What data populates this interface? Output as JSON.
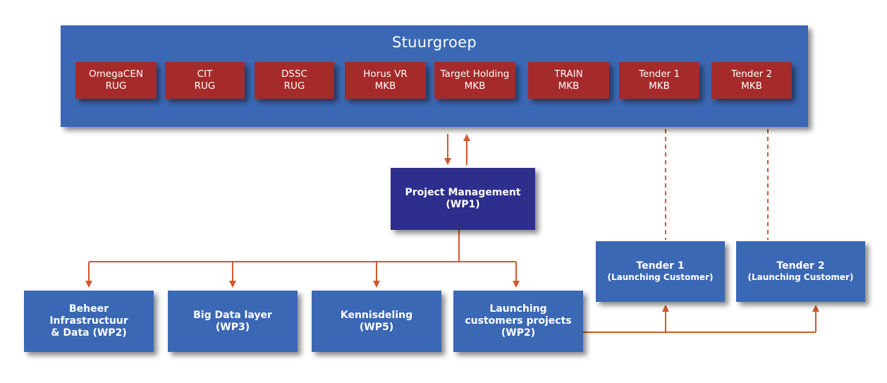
{
  "steering": {
    "title": "Stuurgroep",
    "members": [
      {
        "name": "OmegaCEN",
        "type": "RUG"
      },
      {
        "name": "CIT",
        "type": "RUG"
      },
      {
        "name": "DSSC",
        "type": "RUG"
      },
      {
        "name": "Horus VR",
        "type": "MKB"
      },
      {
        "name": "Target Holding",
        "type": "MKB"
      },
      {
        "name": "TRAIN",
        "type": "MKB"
      },
      {
        "name": "Tender 1",
        "type": "MKB"
      },
      {
        "name": "Tender 2",
        "type": "MKB"
      }
    ]
  },
  "project_management": {
    "line1": "Project Management",
    "line2": "(WP1)"
  },
  "work_packages": [
    {
      "line1": "Beheer",
      "line2": "Infrastructuur",
      "line3": "& Data (WP2)"
    },
    {
      "line1": "Big Data layer",
      "line2": "(WP3)"
    },
    {
      "line1": "Kennisdeling",
      "line2": "(WP5)"
    },
    {
      "line1": "Launching",
      "line2": "customers projects",
      "line3": "(WP2)"
    }
  ],
  "tenders": [
    {
      "title": "Tender 1",
      "subtitle": "(Launching Customer)"
    },
    {
      "title": "Tender 2",
      "subtitle": "(Launching Customer)"
    }
  ],
  "colors": {
    "steering_bg": "#3b68b4",
    "member_bg": "#a52a2a",
    "pm_bg": "#2e2e8c",
    "box_bg": "#3b68b4",
    "connector": "#d2572c"
  }
}
